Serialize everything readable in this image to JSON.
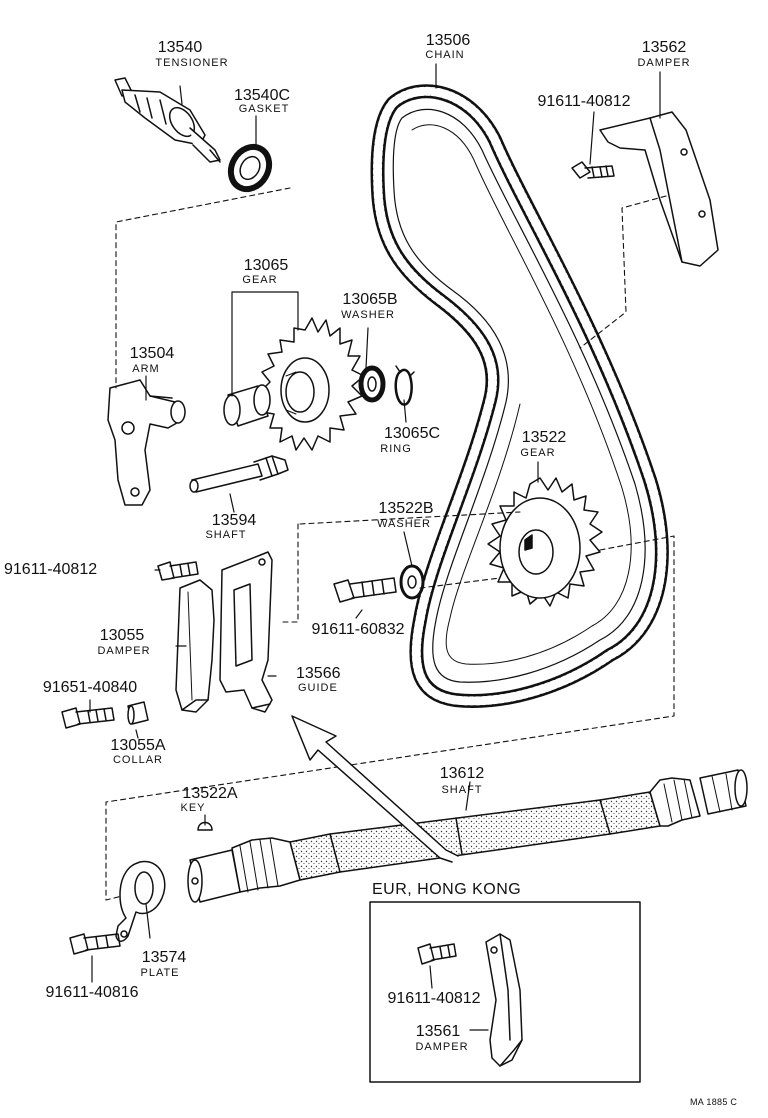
{
  "labels": {
    "tensioner": {
      "number": "13540",
      "name": "TENSIONER"
    },
    "gasket": {
      "number": "13540C",
      "name": "GASKET"
    },
    "chain": {
      "number": "13506",
      "name": "CHAIN"
    },
    "damper_top": {
      "number": "13562",
      "name": "DAMPER"
    },
    "bolt_top_right": {
      "number": "91611-40812"
    },
    "gear_left": {
      "number": "13065",
      "name": "GEAR"
    },
    "washer_b": {
      "number": "13065B",
      "name": "WASHER"
    },
    "arm": {
      "number": "13504",
      "name": "ARM"
    },
    "ring": {
      "number": "13065C",
      "name": "RING"
    },
    "gear_right": {
      "number": "13522",
      "name": "GEAR"
    },
    "shaft_small": {
      "number": "13594",
      "name": "SHAFT"
    },
    "washer_22b": {
      "number": "13522B",
      "name": "WASHER"
    },
    "bolt_left": {
      "number": "91611-40812"
    },
    "damper_left": {
      "number": "13055",
      "name": "DAMPER"
    },
    "bolt_center": {
      "number": "91611-60832"
    },
    "guide": {
      "number": "13566",
      "name": "GUIDE"
    },
    "bolt_lower_left": {
      "number": "91651-40840"
    },
    "collar": {
      "number": "13055A",
      "name": "COLLAR"
    },
    "shaft_main": {
      "number": "13612",
      "name": "SHAFT"
    },
    "key": {
      "number": "13522A",
      "name": "KEY"
    },
    "region": {
      "name": "EUR, HONG KONG"
    },
    "plate": {
      "number": "13574",
      "name": "PLATE"
    },
    "bolt_bottom_left": {
      "number": "91611-40816"
    },
    "bolt_region": {
      "number": "91611-40812"
    },
    "damper_region": {
      "number": "13561",
      "name": "DAMPER"
    },
    "code": {
      "text": "MA 1885 C"
    }
  },
  "colors": {
    "ink": "#111111",
    "background": "#ffffff"
  }
}
